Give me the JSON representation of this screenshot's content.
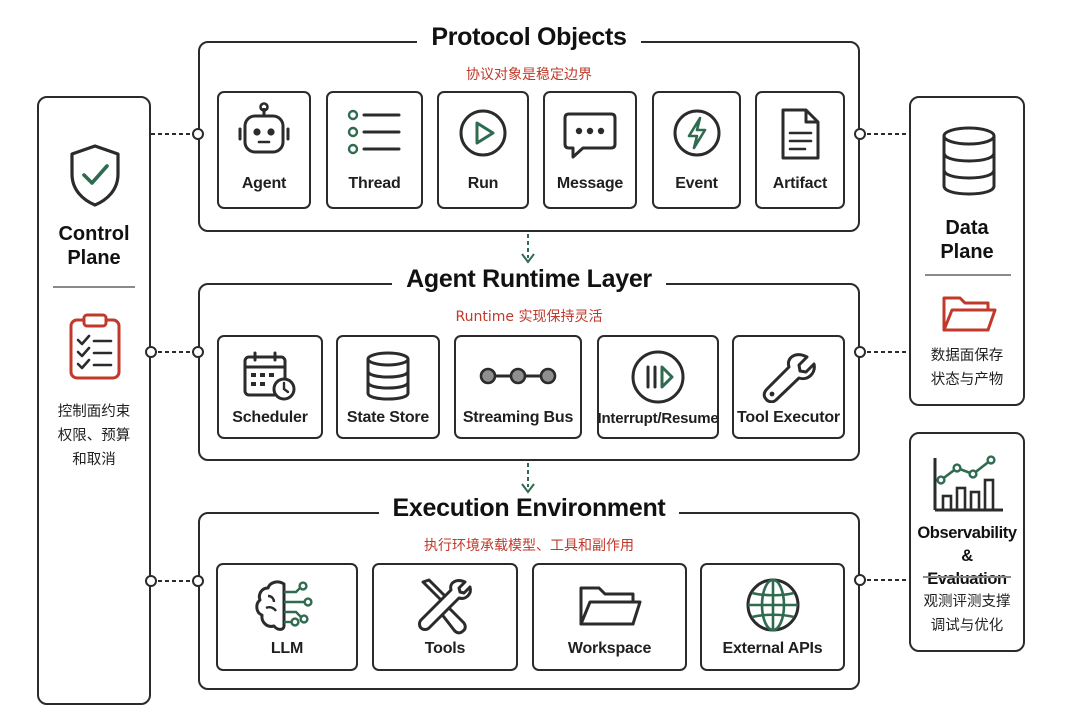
{
  "protocol": {
    "title": "Protocol Objects",
    "subtitle": "协议对象是稳定边界",
    "items": [
      {
        "label": "Agent",
        "icon": "robot-icon"
      },
      {
        "label": "Thread",
        "icon": "list-icon"
      },
      {
        "label": "Run",
        "icon": "play-icon"
      },
      {
        "label": "Message",
        "icon": "chat-bubble-icon"
      },
      {
        "label": "Event",
        "icon": "lightning-icon"
      },
      {
        "label": "Artifact",
        "icon": "document-icon"
      }
    ]
  },
  "runtime": {
    "title": "Agent Runtime Layer",
    "subtitle": "Runtime 实现保持灵活",
    "items": [
      {
        "label": "Scheduler",
        "icon": "calendar-clock-icon"
      },
      {
        "label": "State Store",
        "icon": "database-icon"
      },
      {
        "label": "Streaming Bus",
        "icon": "node-chain-icon"
      },
      {
        "label": "Interrupt/Resume",
        "icon": "pause-play-icon"
      },
      {
        "label": "Tool Executor",
        "icon": "wrench-icon"
      }
    ]
  },
  "execution": {
    "title": "Execution Environment",
    "subtitle": "执行环境承载模型、工具和副作用",
    "items": [
      {
        "label": "LLM",
        "icon": "brain-circuit-icon"
      },
      {
        "label": "Tools",
        "icon": "tools-icon"
      },
      {
        "label": "Workspace",
        "icon": "folder-icon"
      },
      {
        "label": "External APIs",
        "icon": "globe-icon"
      }
    ]
  },
  "control_plane": {
    "title_line1": "Control",
    "title_line2": "Plane",
    "desc_line1": "控制面约束",
    "desc_line2": "权限、预算",
    "desc_line3": "和取消",
    "icons": [
      "shield-check-icon",
      "clipboard-checklist-icon"
    ]
  },
  "data_plane": {
    "title_line1": "Data",
    "title_line2": "Plane",
    "desc_line1": "数据面保存",
    "desc_line2": "状态与产物",
    "icons": [
      "database-icon",
      "folder-icon"
    ]
  },
  "observability": {
    "title_line1": "Observability &",
    "title_line2": "Evaluation",
    "desc_line1": "观测评测支撑",
    "desc_line2": "调试与优化",
    "icons": [
      "line-bar-chart-icon"
    ]
  },
  "colors": {
    "accent_red": "#c0392b",
    "accent_green": "#2e6b4f",
    "stroke": "#2b2b2b"
  }
}
